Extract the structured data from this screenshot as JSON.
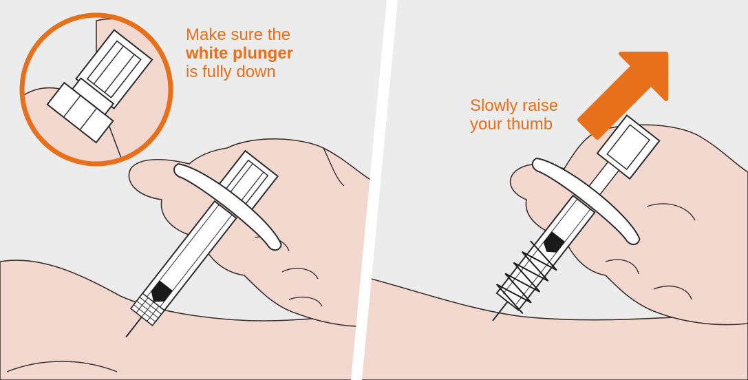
{
  "step_left": {
    "caption_line1": "Make sure the",
    "caption_bold": "white plunger",
    "caption_line3": "is fully down"
  },
  "step_right": {
    "caption_line1": "Slowly raise",
    "caption_line2": "your thumb"
  },
  "colors": {
    "background": "#ededed",
    "skin": "#f2d8cf",
    "outline": "#2a2a2a",
    "accent": "#e8701a",
    "divider": "#ffffff"
  },
  "icons": [
    "magnifier-circle",
    "syringe",
    "hand",
    "arrow-up-right"
  ]
}
